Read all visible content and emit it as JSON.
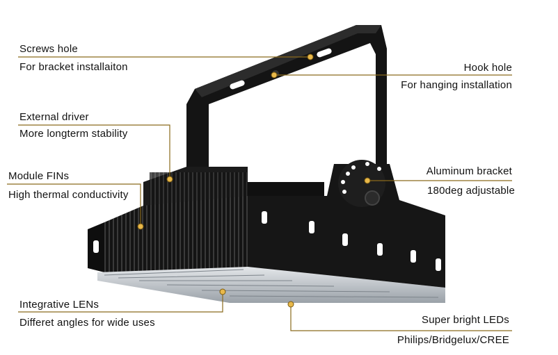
{
  "colors": {
    "leader": "#8a6a1c",
    "dot": "#e8b84a",
    "fixture": "#151515",
    "lens": "#c9cdd2"
  },
  "callouts": {
    "screws_hole": {
      "title": "Screws hole",
      "desc": "For bracket installaiton"
    },
    "hook_hole": {
      "title": "Hook hole",
      "desc": "For hanging installation"
    },
    "external_driver": {
      "title": "External driver",
      "desc": "More longterm stability"
    },
    "aluminum_bracket": {
      "title": "Aluminum bracket",
      "desc": "180deg adjustable"
    },
    "module_fins": {
      "title": "Module FINs",
      "desc": "High thermal conductivity"
    },
    "integrative_lens": {
      "title": "Integrative LENs",
      "desc": "Differet angles for wide uses"
    },
    "super_bright_leds": {
      "title": "Super bright LEDs",
      "desc": "Philips/Bridgelux/CREE"
    }
  }
}
